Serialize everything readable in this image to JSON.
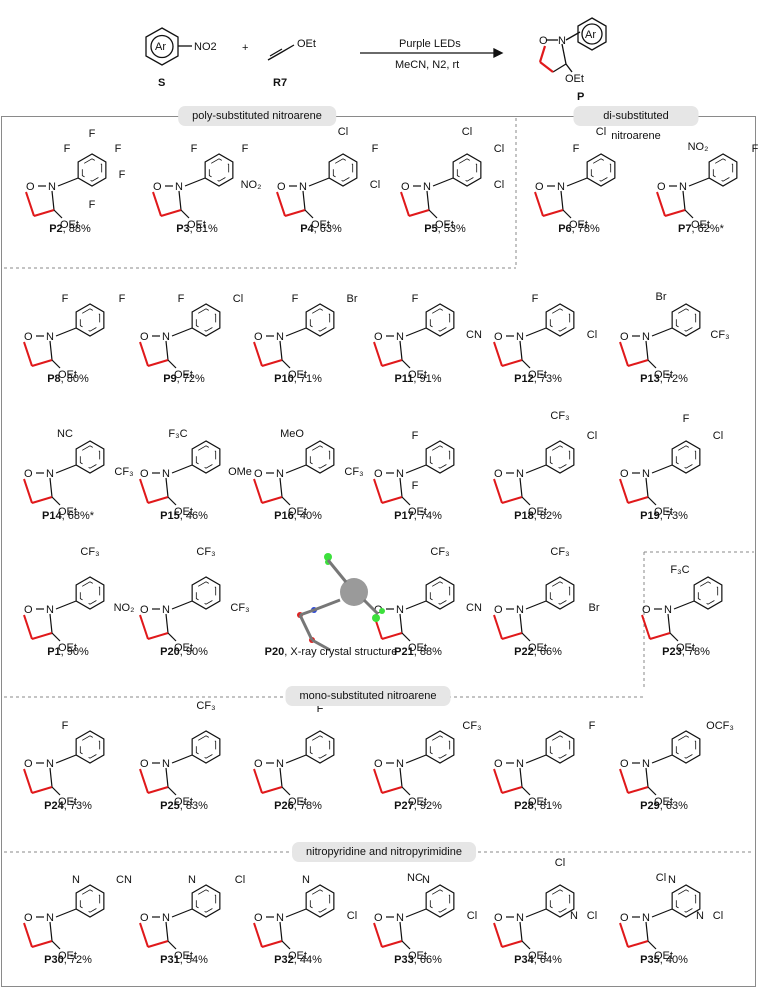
{
  "scheme": {
    "reagent_nitro": "NO2",
    "reagent_aryl": "Ar",
    "reagent_s_label": "S",
    "plus": "+",
    "reagent_r7_label": "R7",
    "reagent_r7_group": "OEt",
    "conditions_line1": "Purple LEDs",
    "conditions_line2": "MeCN, N2, rt",
    "product_label": "P",
    "product_aryl": "Ar",
    "product_group": "OEt"
  },
  "sections": {
    "poly": "poly-substituted nitroarene",
    "di": "di-substituted nitroarene",
    "mono": "mono-substituted nitroarene",
    "pyridine": "nitropyridine and nitropyrimidine"
  },
  "labels": {
    "iso_o": "O",
    "iso_n": "N",
    "oet": "OEt"
  },
  "products": [
    {
      "id": "P2",
      "yield": "88%",
      "subs": [
        "F",
        "F",
        "F",
        "F",
        "F"
      ]
    },
    {
      "id": "P3",
      "yield": "81%",
      "subs": [
        "F",
        "F",
        "NO2"
      ]
    },
    {
      "id": "P4",
      "yield": "63%",
      "subs": [
        "Cl",
        "F",
        "Cl"
      ]
    },
    {
      "id": "P5",
      "yield": "53%",
      "subs": [
        "Cl",
        "Cl",
        "Cl"
      ]
    },
    {
      "id": "P6",
      "yield": "78%",
      "subs": [
        "F",
        "Cl"
      ]
    },
    {
      "id": "P7",
      "yield": "62%*",
      "subs": [
        "NO2",
        "F"
      ]
    },
    {
      "id": "P8",
      "yield": "80%",
      "subs": [
        "F",
        "F"
      ]
    },
    {
      "id": "P9",
      "yield": "72%",
      "subs": [
        "F",
        "Cl"
      ]
    },
    {
      "id": "P10",
      "yield": "71%",
      "subs": [
        "F",
        "Br"
      ]
    },
    {
      "id": "P11",
      "yield": "91%",
      "subs": [
        "F",
        "CN"
      ]
    },
    {
      "id": "P12",
      "yield": "73%",
      "subs": [
        "F",
        "Cl"
      ]
    },
    {
      "id": "P13",
      "yield": "72%",
      "subs": [
        "Br",
        "CF3"
      ]
    },
    {
      "id": "P14",
      "yield": "68%*",
      "subs": [
        "NC",
        "CF3"
      ]
    },
    {
      "id": "P15",
      "yield": "46%",
      "subs": [
        "F3C",
        "OMe"
      ]
    },
    {
      "id": "P16",
      "yield": "40%",
      "subs": [
        "MeO",
        "CF3"
      ]
    },
    {
      "id": "P17",
      "yield": "74%",
      "subs": [
        "F",
        "F"
      ]
    },
    {
      "id": "P18",
      "yield": "82%",
      "subs": [
        "CF3",
        "Cl"
      ]
    },
    {
      "id": "P19",
      "yield": "73%",
      "subs": [
        "F",
        "Cl"
      ]
    },
    {
      "id": "P1",
      "yield": "90%",
      "subs": [
        "CF3",
        "NO2"
      ]
    },
    {
      "id": "P20",
      "yield": "90%",
      "subs": [
        "CF3",
        "CF3"
      ]
    },
    {
      "id": "P20",
      "yield": "X-ray crystal structure",
      "subs": []
    },
    {
      "id": "P21",
      "yield": "88%",
      "subs": [
        "CF3",
        "CN"
      ]
    },
    {
      "id": "P22",
      "yield": "66%",
      "subs": [
        "CF3",
        "Br"
      ]
    },
    {
      "id": "P23",
      "yield": "78%",
      "subs": [
        "F3C"
      ]
    },
    {
      "id": "P24",
      "yield": "73%",
      "subs": [
        "F"
      ]
    },
    {
      "id": "P25",
      "yield": "83%",
      "subs": [
        "CF3"
      ]
    },
    {
      "id": "P26",
      "yield": "78%",
      "subs": [
        "F"
      ]
    },
    {
      "id": "P27",
      "yield": "92%",
      "subs": [
        "CF3"
      ]
    },
    {
      "id": "P28",
      "yield": "81%",
      "subs": [
        "F"
      ]
    },
    {
      "id": "P29",
      "yield": "63%",
      "subs": [
        "OCF3"
      ]
    },
    {
      "id": "P30",
      "yield": "72%",
      "subs": [
        "N",
        "CN"
      ]
    },
    {
      "id": "P31",
      "yield": "54%",
      "subs": [
        "N",
        "Cl"
      ]
    },
    {
      "id": "P32",
      "yield": "44%",
      "subs": [
        "N",
        "Cl"
      ]
    },
    {
      "id": "P33",
      "yield": "66%",
      "subs": [
        "NC",
        "N",
        "Cl"
      ]
    },
    {
      "id": "P34",
      "yield": "64%",
      "subs": [
        "Cl",
        "N",
        "Cl"
      ]
    },
    {
      "id": "P35",
      "yield": "40%",
      "subs": [
        "Cl",
        "N",
        "N",
        "Cl"
      ]
    }
  ],
  "colors": {
    "bond": "#111111",
    "highlight": "#e0191b",
    "pill": "#e6e6e6",
    "frame": "#8a8a8a"
  }
}
